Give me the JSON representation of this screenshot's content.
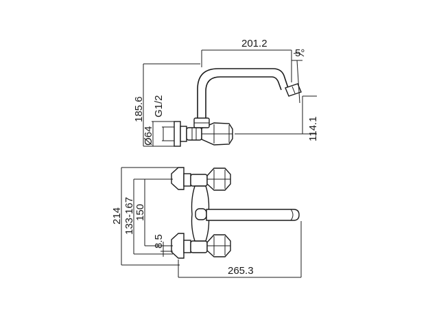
{
  "dimensions": {
    "spout_reach": "201.2",
    "spout_angle": "5°",
    "overall_height": "185.6",
    "thread": "G1/2",
    "flange_diameter": "Ø64",
    "outlet_height": "114.1",
    "overall_width": "214",
    "centre_range": "133-167",
    "centre_distance": "150",
    "offset": "8.5",
    "overall_projection": "265.3"
  }
}
